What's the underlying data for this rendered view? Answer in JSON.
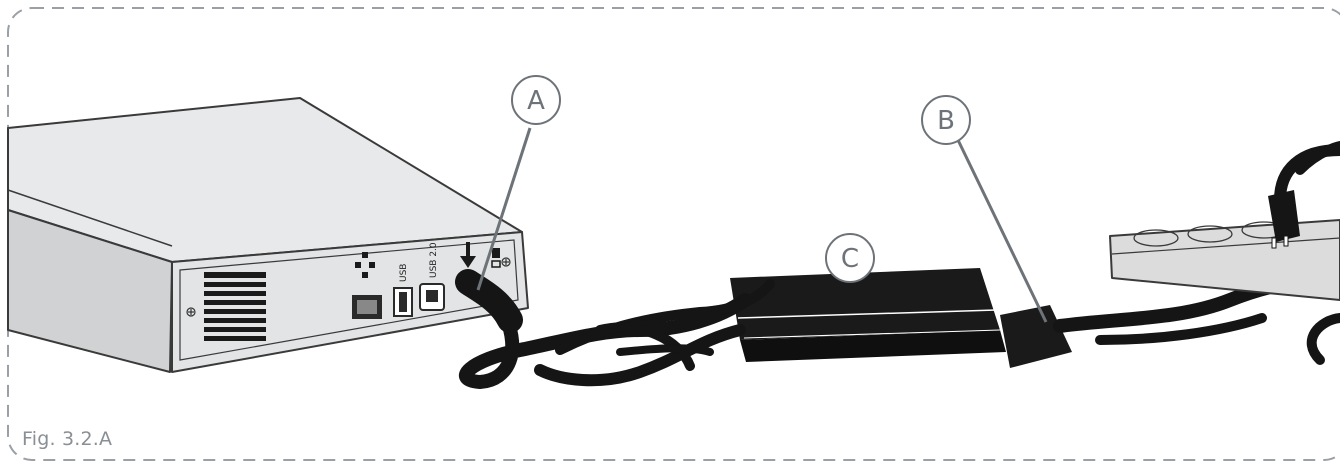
{
  "figure": {
    "caption": "Fig. 3.2.A",
    "callouts": [
      {
        "id": "A",
        "label": "A"
      },
      {
        "id": "B",
        "label": "B"
      },
      {
        "id": "C",
        "label": "C"
      }
    ],
    "ports": {
      "usb_label": "USB",
      "usb2_label": "USB 2.0"
    }
  },
  "colors": {
    "frame_dash": "#9aa0a5",
    "drive_body": "#e6e7e8",
    "drive_panel": "#d4d6d8",
    "cable": "#151515",
    "callout_line": "#6d7378",
    "power_strip": "#dcdcdc"
  }
}
